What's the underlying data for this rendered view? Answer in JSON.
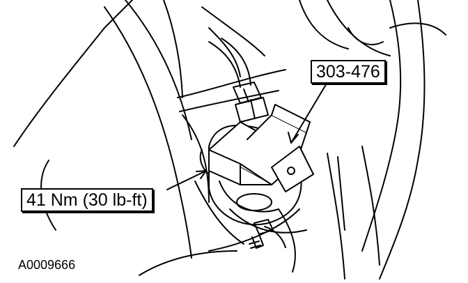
{
  "callouts": {
    "special_tool": "303-476",
    "torque_spec": "41 Nm (30 lb-ft)"
  },
  "figure_id": "A0009666",
  "colors": {
    "line": "#000000",
    "background": "#ffffff"
  }
}
